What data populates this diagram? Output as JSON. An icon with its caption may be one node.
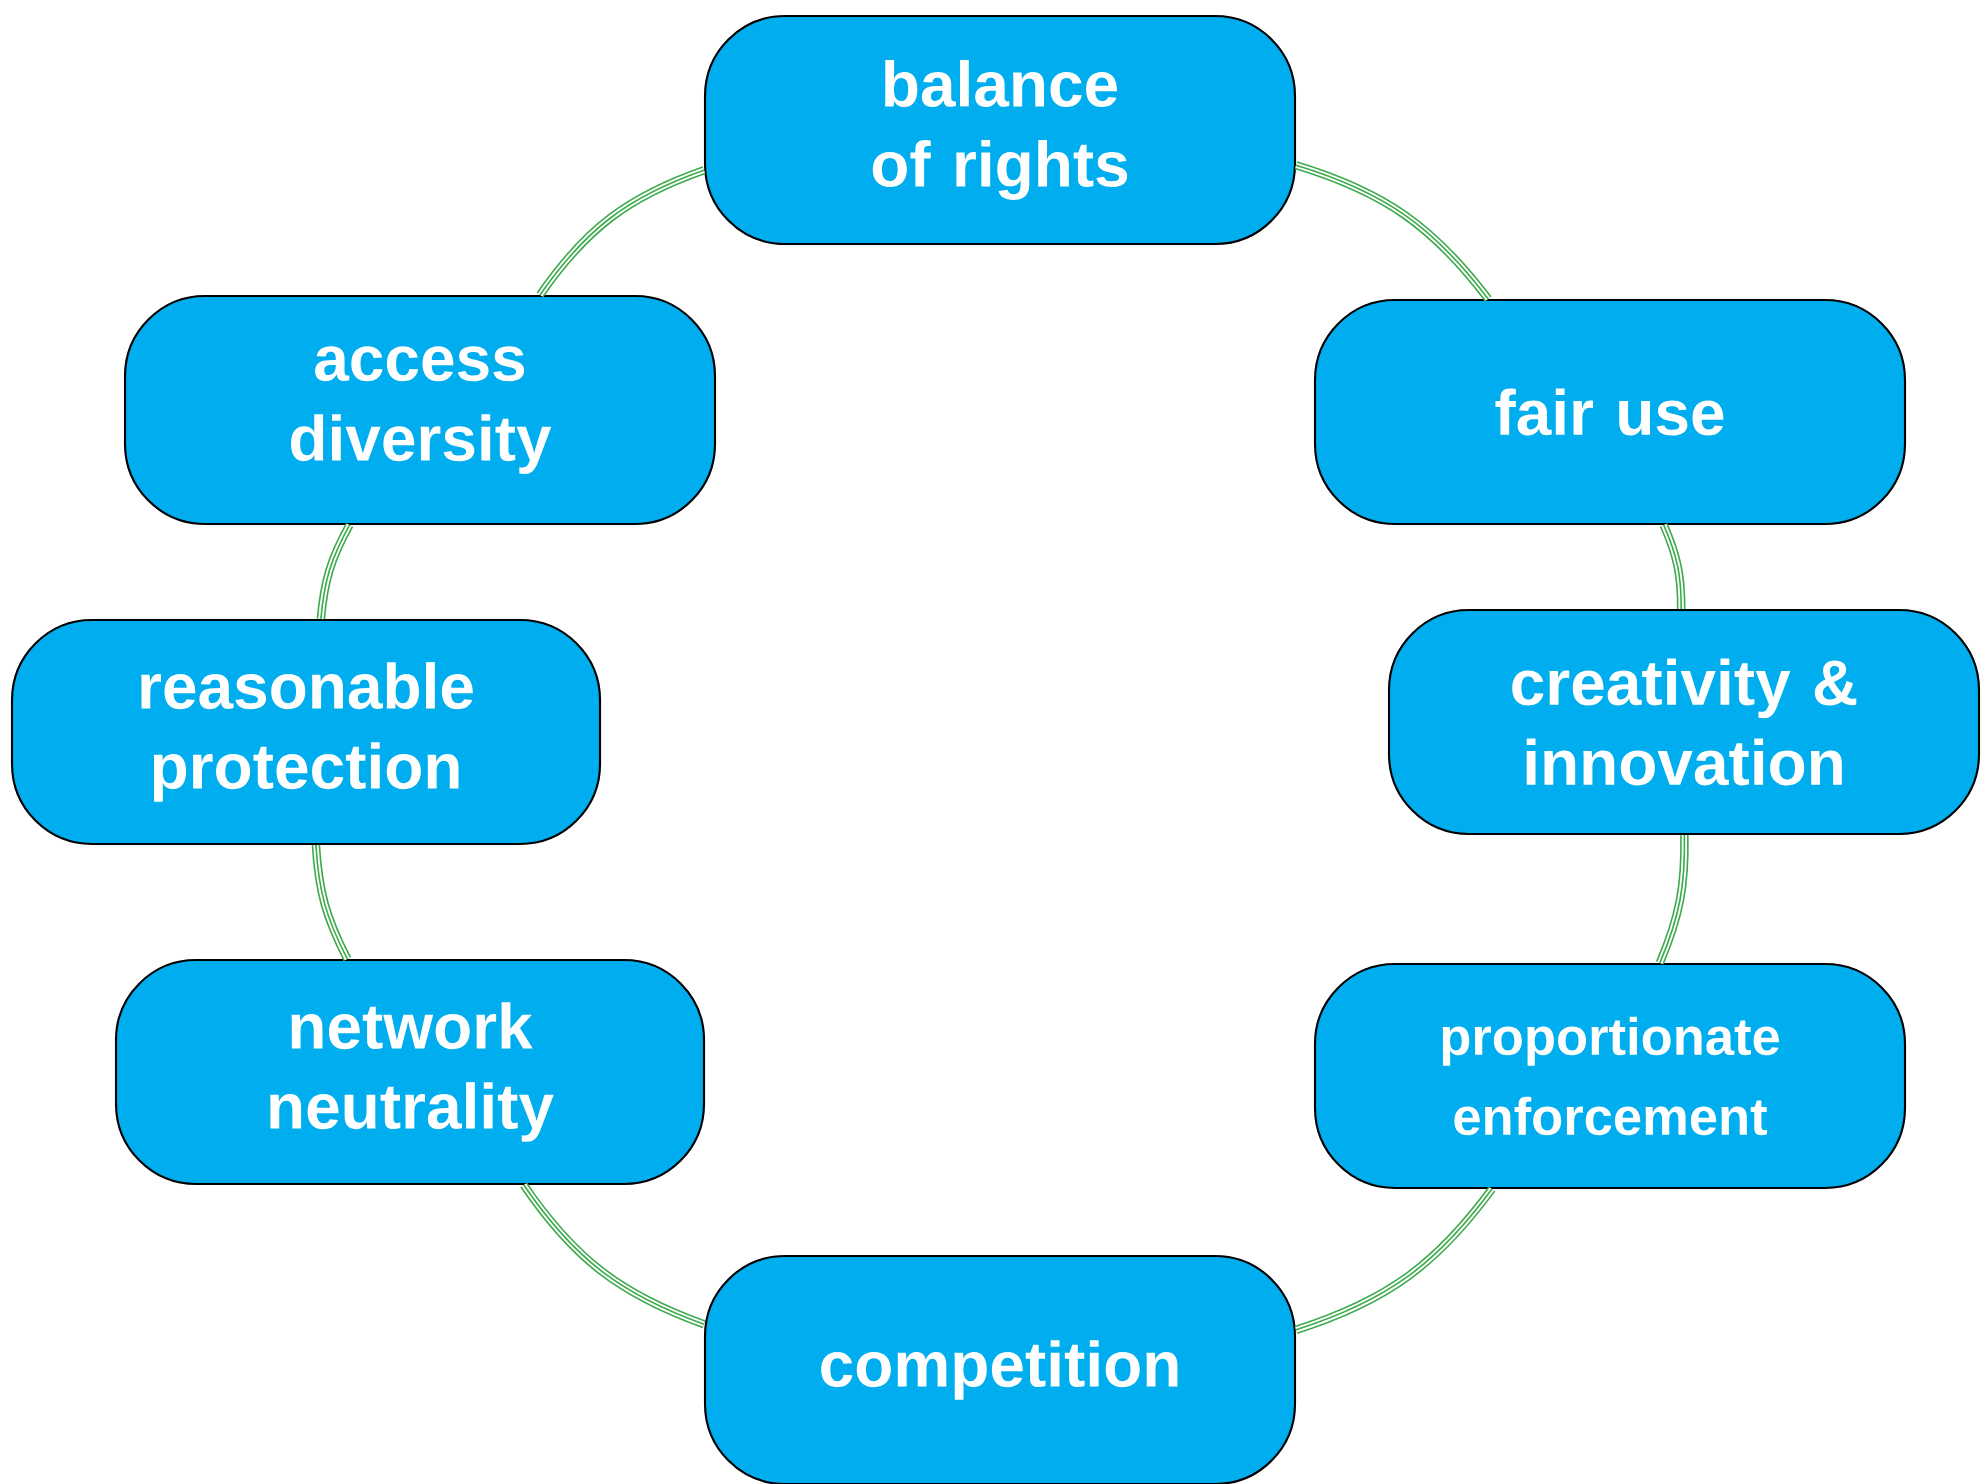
{
  "diagram": {
    "nodes": [
      {
        "text": [
          "balance of rights"
        ]
      },
      {
        "text": [
          "access diversity"
        ]
      },
      {
        "text": [
          "fair use"
        ]
      },
      {
        "text": [
          "reasonable protection"
        ]
      },
      {
        "text": [
          "creativity & innovation"
        ]
      },
      {
        "text": [
          "network neutrality"
        ]
      },
      {
        "text": [
          "proportionate enforcement"
        ]
      },
      {
        "text": [
          "competition"
        ]
      }
    ],
    "edges": [
      {
        "from": 0,
        "to": 2,
        "arrow": "none"
      },
      {
        "from": 2,
        "to": 4,
        "arrow": "none"
      },
      {
        "from": 4,
        "to": 6,
        "arrow": "none"
      },
      {
        "from": 6,
        "to": 7,
        "arrow": "none"
      },
      {
        "from": 7,
        "to": 5,
        "arrow": "none"
      },
      {
        "from": 5,
        "to": 3,
        "arrow": "none"
      },
      {
        "from": 3,
        "to": 1,
        "arrow": "none"
      },
      {
        "from": 1,
        "to": 0,
        "arrow": "none"
      }
    ]
  }
}
